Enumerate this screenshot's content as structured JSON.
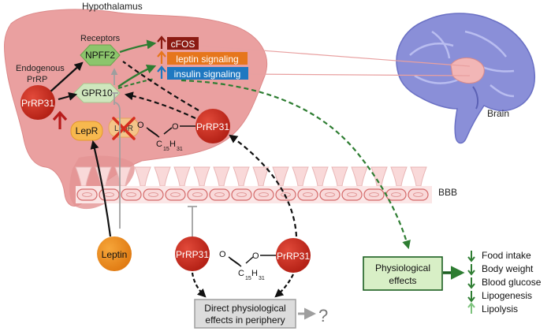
{
  "labels": {
    "hypothalamus": "Hypothalamus",
    "brain": "Brain",
    "bbb": "BBB",
    "receptors": "Receptors",
    "endogenous_line1": "Endogenous",
    "endogenous_line2": "PrRP",
    "question": "?"
  },
  "receptors": {
    "npff2": "NPFF2",
    "gpr10": "GPR10",
    "lepr": "LepR",
    "lepr_blocked": "LepR"
  },
  "signals": {
    "cfos": "cFOS",
    "leptin_signaling": "leptin signaling",
    "insulin_signaling": "insulin signaling"
  },
  "molecules": {
    "prrp31_endogenous": "PrRP31",
    "prrp31_lipidized_brain": "PrRP31",
    "prrp31_peripheral": "PrRP31",
    "prrp31_lipidized_peripheral": "PrRP31",
    "leptin": "Leptin"
  },
  "lipid": {
    "o_ring": "O",
    "o_chain": "O",
    "c": "C",
    "h": "H",
    "sub_15": "15",
    "sub_31": "31"
  },
  "boxes": {
    "physiological_line1": "Physiological",
    "physiological_line2": "effects",
    "direct_line1": "Direct physiological",
    "direct_line2": "effects in periphery"
  },
  "effects": [
    {
      "label": "Food intake",
      "direction": "down"
    },
    {
      "label": "Body weight",
      "direction": "down"
    },
    {
      "label": "Blood glucose",
      "direction": "down"
    },
    {
      "label": "Lipogenesis",
      "direction": "down"
    },
    {
      "label": "Lipolysis",
      "direction": "up"
    }
  ],
  "colors": {
    "hypothalamus_fill": "#eaa0a0",
    "prrp31_red": "#c8261a",
    "leptin_orange": "#e88318",
    "receptor_green": "#8cc56c",
    "cfos_dark_red": "#8b1a12",
    "leptin_signal_orange": "#e6761c",
    "insulin_blue": "#1f78c1",
    "arrow_green": "#2e7d32",
    "brain_purple": "#8a8fd8",
    "bbb_cell_fill": "#f9d9d9",
    "bbb_cell_stroke": "#d46a6a"
  }
}
